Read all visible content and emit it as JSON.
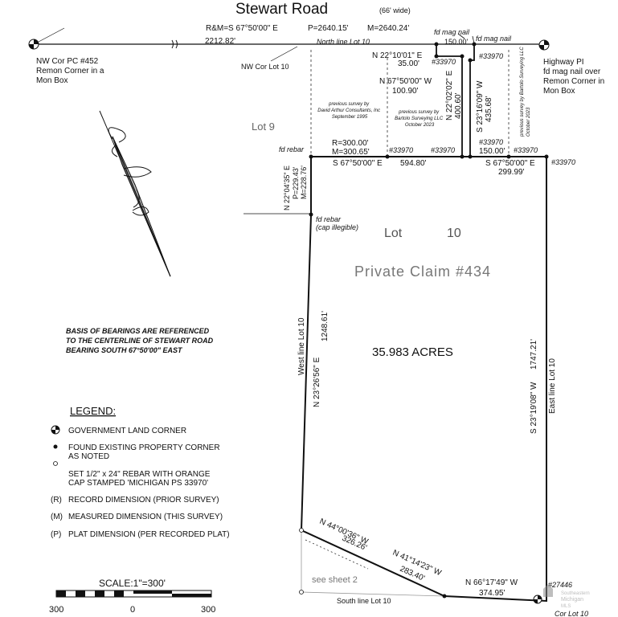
{
  "header": {
    "road_name": "Stewart Road",
    "road_width": "(66' wide)",
    "bearing_rm": "R&M=S 67°50'00\" E",
    "dist_p": "P=2640.15'",
    "dist_m": "M=2640.24'",
    "dist_west": "2212.82'",
    "north_line_label": "North line Lot 10",
    "dist_ne": "150.00'",
    "fd_mag_nail_1": "fd mag nail",
    "fd_mag_nail_2": "fd mag nail"
  },
  "corners": {
    "nw_cor_pc": [
      "NW Cor PC #452",
      "Remon Corner in a",
      "Mon Box"
    ],
    "nw_cor_lot": "NW Cor Lot 10",
    "highway": [
      "Highway PI",
      "fd mag nail over",
      "Remon Corner in",
      "Mon Box"
    ]
  },
  "parcel_labels": {
    "lot9": "Lot 9",
    "lot10": "Lot",
    "lot10_num": "10",
    "private_claim": "Private Claim #434",
    "acres": "35.983 ACRES",
    "see_sheet": "see sheet 2",
    "south_line": "South line Lot 10",
    "west_line": "West line Lot 10",
    "east_line": "East line Lot 10"
  },
  "dimensions": {
    "n22_10": "N 22°10'01\" E",
    "d35": "35.00'",
    "pin1": "#33970",
    "pin2": "#33970",
    "n67_50_w": "N 67°50'00\" W",
    "d100_90": "100.90'",
    "n22_02": "N 22°02'02\" E",
    "d400_60": "400.60'",
    "s23_16": "S 23°16'09\" W",
    "d435_68": "435.68'",
    "fd_rebar": "fd rebar",
    "r300": "R=300.00'",
    "m300": "M=300.65'",
    "pin3": "#33970",
    "pin4": "#33970",
    "pin5": "#33970",
    "pin6": "#33970",
    "pin7": "#33970",
    "s67_50_e_1": "S 67°50'00\" E",
    "d594_80": "594.80'",
    "d150_00": "150.00'",
    "s67_50_e_2": "S 67°50'00\" E",
    "d299_99": "299.99'",
    "n22_04": "N 22°04'35\" E",
    "p229": "P=229.43'",
    "m228": "M=228.76'",
    "fd_rebar_cap": "fd rebar",
    "cap_illegible": "(cap illegible)",
    "n23_26": "N 23°26'56\" E",
    "d1248": "1248.61'",
    "s23_19": "S 23°19'08\" W",
    "d1747": "1747.21'",
    "n44_00": "N 44°00'36\" W",
    "d326": "326.26'",
    "n41_14": "N 41°14'23\" W",
    "d283": "283.40'",
    "n66_17": "N 66°17'49\" W",
    "d374": "374.95'",
    "pin_27446": "#27446",
    "cor_lot10": "Cor Lot 10"
  },
  "surveys": {
    "david_arthur": [
      "previous survey by",
      "David Arthur Consultants, Inc",
      "September 1995"
    ],
    "bartolo_1": [
      "previous survey by",
      "Bartolo Surveying LLC",
      "October 2023"
    ],
    "bartolo_2": [
      "previous survey by Bartolo Surveying LLC",
      "October 2023"
    ]
  },
  "basis": [
    "BASIS OF BEARINGS ARE REFERENCED",
    "TO THE CENTERLINE OF STEWART ROAD",
    "BEARING SOUTH 67°50'00\" EAST"
  ],
  "legend": {
    "title": "LEGEND:",
    "items": [
      {
        "sym": "",
        "text": "GOVERNMENT LAND CORNER"
      },
      {
        "sym": "",
        "text": "FOUND EXISTING PROPERTY CORNER"
      },
      {
        "sym": "",
        "text": "AS NOTED"
      },
      {
        "sym": "",
        "text": "SET 1/2\" x 24\" REBAR WITH ORANGE"
      },
      {
        "sym": "",
        "text": "CAP STAMPED 'MICHIGAN PS 33970'"
      },
      {
        "sym": "(R)",
        "text": "RECORD DIMENSION (PRIOR SURVEY)"
      },
      {
        "sym": "(M)",
        "text": "MEASURED DIMENSION (THIS SURVEY)"
      },
      {
        "sym": "(P)",
        "text": "PLAT DIMENSION (PER RECORDED PLAT)"
      }
    ]
  },
  "scale": {
    "label": "SCALE:1\"=300'",
    "ticks": [
      "300",
      "0",
      "300"
    ]
  },
  "watermark": {
    "line1": "Southeastern",
    "line2": "Michigan",
    "line3": "MLS"
  }
}
